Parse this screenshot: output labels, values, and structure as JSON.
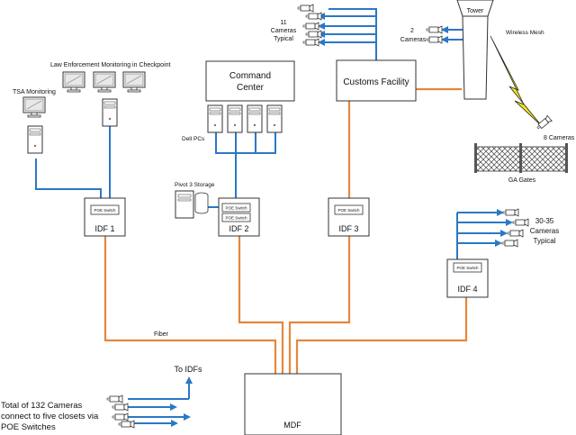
{
  "labels": {
    "law_enforcement": "Law Enforcement Monitoring in Checkpoint",
    "tsa": "TSA Monitoring",
    "command_center_line1": "Command",
    "command_center_line2": "Center",
    "customs": "Customs Facility",
    "tower": "Tower",
    "wireless_mesh": "Wireless Mesh",
    "cams_11_line1": "11",
    "cams_11_line2": "Cameras",
    "cams_11_line3": "Typical",
    "cams_2_line1": "2",
    "cams_2_line2": "Cameras",
    "cams_8": "8 Cameras",
    "ga_gates": "GA Gates",
    "dell_pcs": "Dell PCs",
    "pivot_storage": "Pivot 3 Storage",
    "poe_switch": "POE Switch",
    "idf1": "IDF 1",
    "idf2": "IDF 2",
    "idf3": "IDF 3",
    "idf4": "IDF 4",
    "cams_30_line1": "30-35",
    "cams_30_line2": "Cameras",
    "cams_30_line3": "Typical",
    "fiber": "Fiber",
    "to_idfs": "To IDFs",
    "mdf": "MDF",
    "total_line1": "Total of 132 Cameras",
    "total_line2": "connect to five closets via",
    "total_line3": "POE Switches"
  },
  "colors": {
    "fiber": "#e8863a",
    "ethernet": "#2b78c5",
    "box_stroke": "#333333",
    "lightning": "#f2e21a"
  }
}
